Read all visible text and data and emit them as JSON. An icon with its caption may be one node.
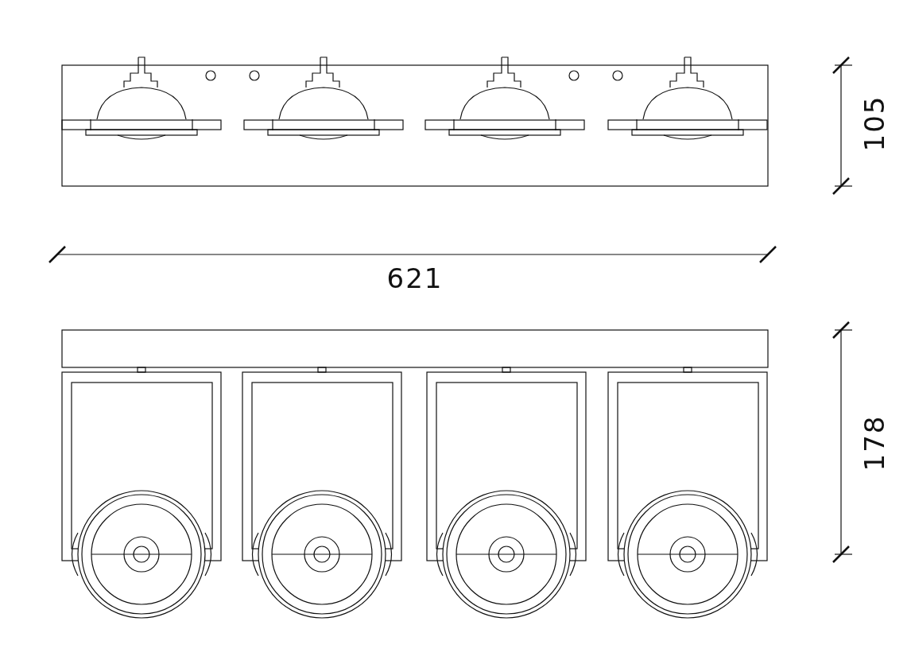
{
  "diagram": {
    "labels": [
      "105",
      "621",
      "178"
    ]
  }
}
